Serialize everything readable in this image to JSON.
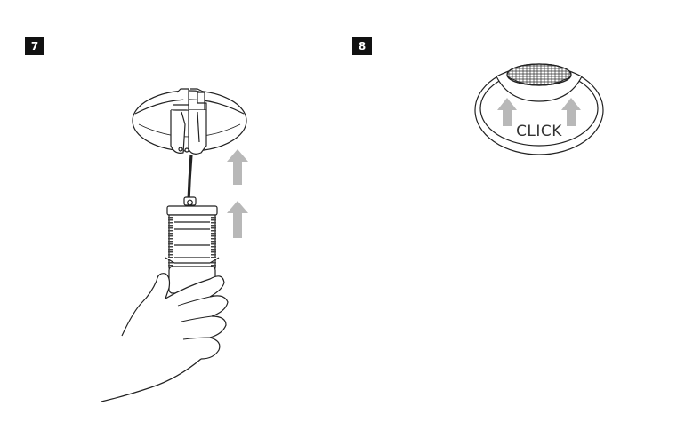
{
  "steps": [
    {
      "number": "7"
    },
    {
      "number": "8",
      "label": "CLICK"
    }
  ],
  "colors": {
    "line": "#222222",
    "arrow": "#b8b8b8",
    "badge": "#111111",
    "badge_text": "#ffffff"
  }
}
